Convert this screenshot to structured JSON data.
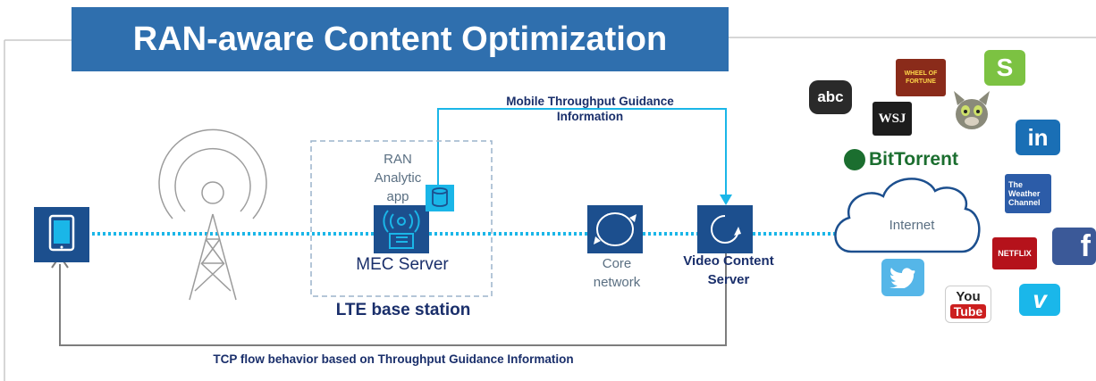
{
  "title": "RAN-aware Content Optimization",
  "guidance": {
    "line1": "Mobile Throughput Guidance",
    "line2": "Information"
  },
  "ran_app": {
    "line1": "RAN",
    "line2": "Analytic",
    "line3": "app"
  },
  "mec_server": "MEC Server",
  "lte_base_station": "LTE base station",
  "core_network": {
    "line1": "Core",
    "line2": "network"
  },
  "video_server": {
    "line1": "Video Content",
    "line2": "Server"
  },
  "internet": "Internet",
  "tcp_flow": "TCP flow behavior based on Throughput Guidance Information",
  "logos": {
    "abc": "abc",
    "wsj": "WSJ",
    "bittorrent": "BitTorrent",
    "weather": {
      "line1": "The",
      "line2": "Weather",
      "line3": "Channel"
    },
    "netflix": "NETFLIX",
    "youtube": {
      "line1": "You",
      "line2": "Tube"
    },
    "linkedin": "in",
    "scribd": "S",
    "facebook": "f",
    "vimeo": "v",
    "wheel": "WHEEL OF FORTUNE"
  },
  "colors": {
    "title_bg": "#2f6fae",
    "icon_blue": "#1c4f8e",
    "cyan": "#1ab6e8",
    "dark_text": "#1a2f6b",
    "gray": "#7d7d7d"
  }
}
